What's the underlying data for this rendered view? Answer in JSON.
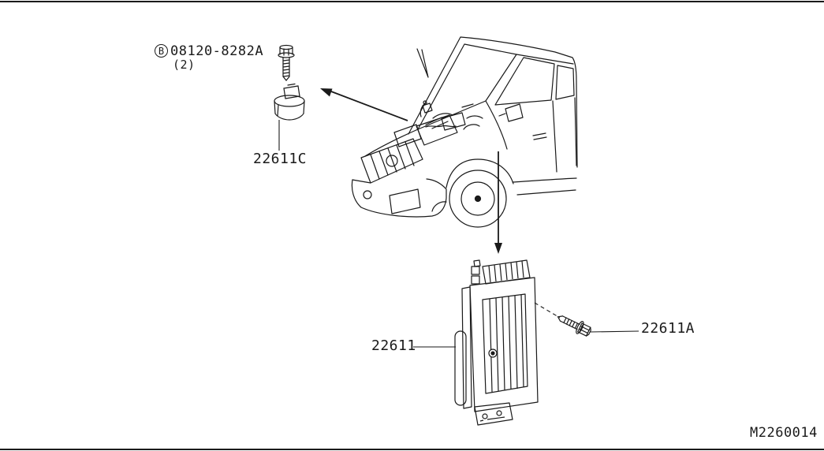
{
  "page": {
    "background_color": "#ffffff",
    "line_color": "#1a1a1a",
    "diagram_code": "M2260014"
  },
  "callouts": {
    "bolt_top": {
      "badge": "B",
      "part_number": "08120-8282A",
      "quantity": "(2)"
    },
    "sensor": {
      "part_number": "22611C"
    },
    "ecm_module": {
      "part_number": "22611"
    },
    "bolt_side": {
      "part_number": "22611A"
    }
  }
}
